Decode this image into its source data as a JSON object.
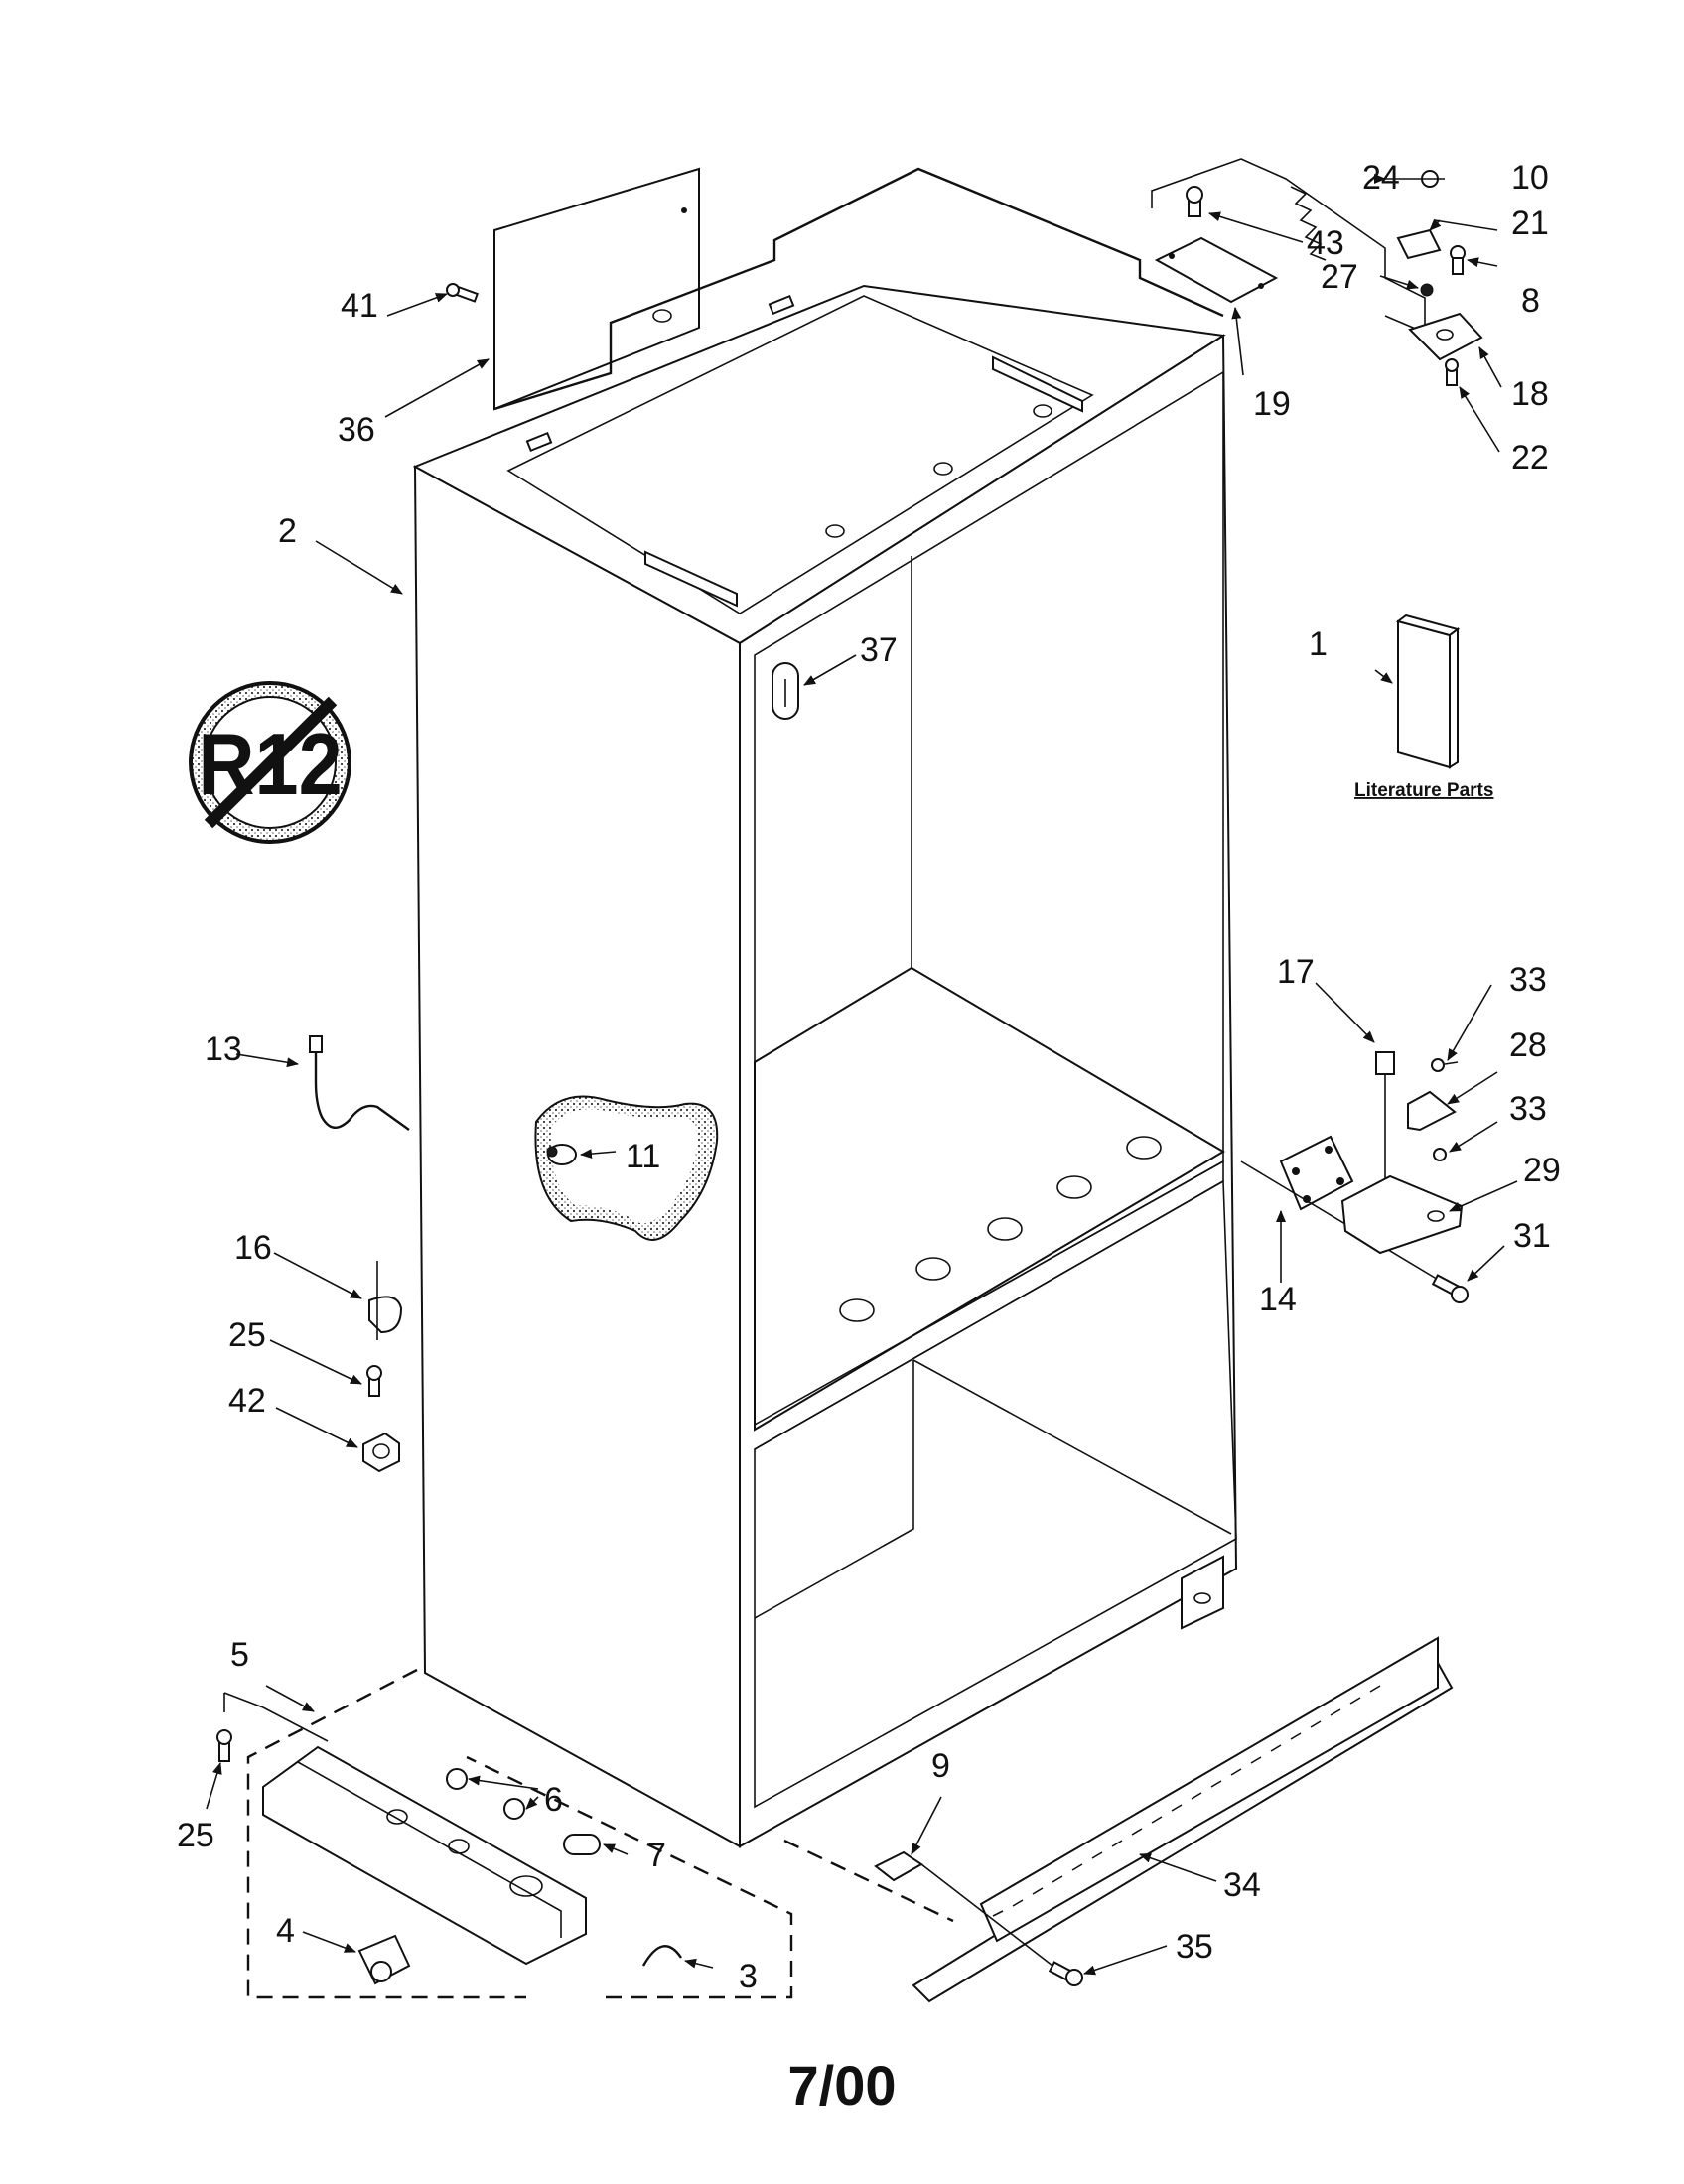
{
  "callouts": [
    "1",
    "2",
    "3",
    "4",
    "5",
    "6",
    "7",
    "8",
    "9",
    "10",
    "11",
    "13",
    "14",
    "16",
    "17",
    "18",
    "19",
    "21",
    "22",
    "24",
    "25",
    "25",
    "27",
    "28",
    "29",
    "31",
    "33",
    "33",
    "34",
    "35",
    "36",
    "37",
    "41",
    "42",
    "43"
  ],
  "literature_label": "Literature Parts",
  "r12_badge": "R12",
  "date_label": "7/00"
}
